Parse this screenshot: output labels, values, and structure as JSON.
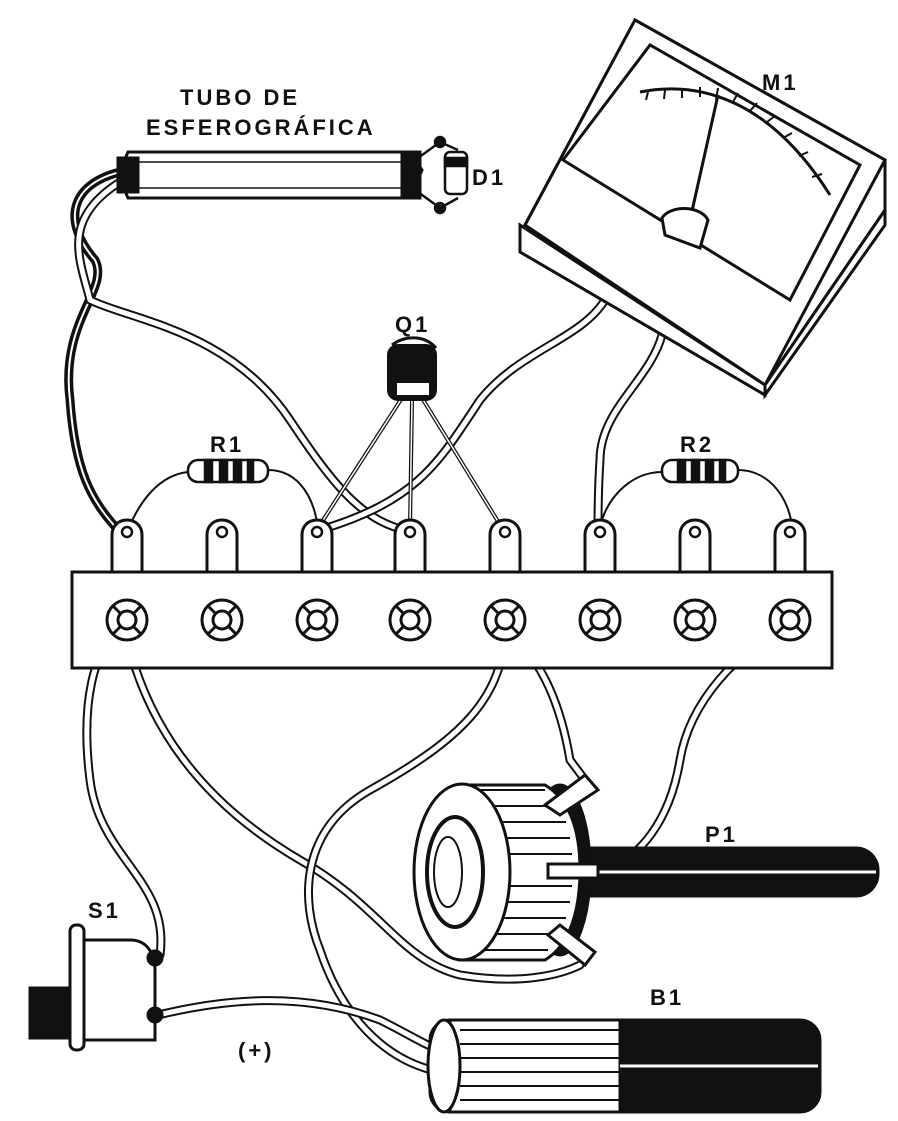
{
  "labels": {
    "tube_line1": "TUBO DE",
    "tube_line2": "ESFEROGRÁFICA",
    "d1": "D1",
    "m1": "M1",
    "q1": "Q1",
    "r1": "R1",
    "r2": "R2",
    "p1": "P1",
    "s1": "S1",
    "b1": "B1",
    "plus": "(+)"
  },
  "colors": {
    "ink": "#111111",
    "paper": "#ffffff"
  }
}
